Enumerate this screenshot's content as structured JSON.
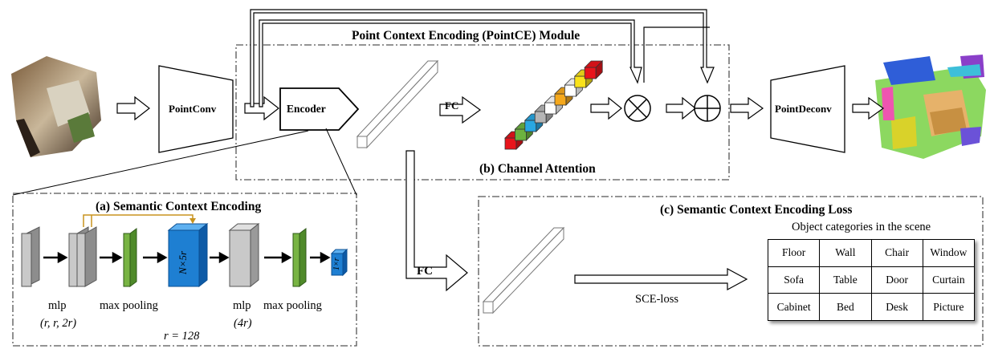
{
  "title": "Point Context Encoding (PointCE) Module",
  "blocks": {
    "pointconv": "PointConv",
    "encoder": "Encoder",
    "pointdeconv": "PointDeconv",
    "fc_top": "FC",
    "fc_bottom": "FC",
    "multiply_symbol": "⊗",
    "add_symbol": "⊕"
  },
  "panel_a": {
    "title": "(a) Semantic Context Encoding",
    "mlp1": "mlp",
    "mlp1_params": "(r, r, 2r)",
    "pool1": "max pooling",
    "tensor1": "N×5r",
    "mlp2": "mlp",
    "mlp2_params": "(4r)",
    "pool2": "max pooling",
    "tensor2": "1×r",
    "r_note": "r = 128"
  },
  "panel_b": {
    "title": "(b) Channel Attention",
    "attention_colors": [
      "#e8141b",
      "#6cb33f",
      "#29a7e1",
      "#b5b5b5",
      "#ffffff",
      "#f5a81c",
      "#ffffff",
      "#f9e21b",
      "#e8141b"
    ]
  },
  "panel_c": {
    "title": "(c) Semantic Context Encoding Loss",
    "table_caption": "Object categories in the scene",
    "loss_label": "SCE-loss",
    "categories": [
      [
        "Floor",
        "Wall",
        "Chair",
        "Window"
      ],
      [
        "Sofa",
        "Table",
        "Door",
        "Curtain"
      ],
      [
        "Cabinet",
        "Bed",
        "Desk",
        "Picture"
      ]
    ]
  },
  "colors": {
    "green_block": "#78b443",
    "blue_block": "#1e7fd2",
    "gray_block": "#c9c9c9",
    "skip_line": "#c8931e"
  }
}
